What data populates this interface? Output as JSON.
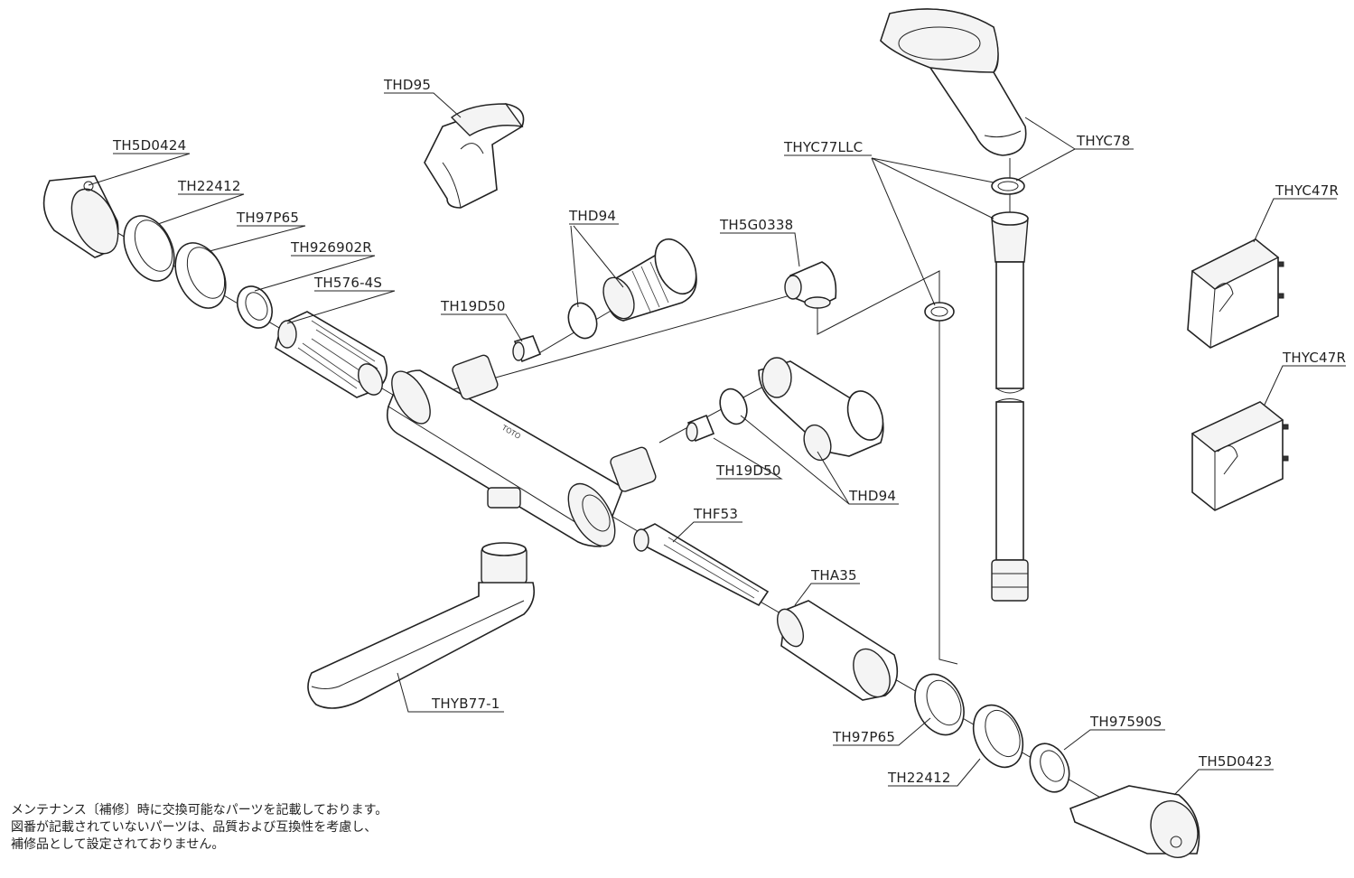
{
  "labels": {
    "thd95": "THD95",
    "th5d0424": "TH5D0424",
    "th22412_top": "TH22412",
    "th97p65_top": "TH97P65",
    "th926902r": "TH926902R",
    "th576_4s": "TH576-4S",
    "th19d50_top": "TH19D50",
    "thd94_top": "THD94",
    "th5g0338": "TH5G0338",
    "thyc77llc": "THYC77LLC",
    "thyc78": "THYC78",
    "thyc47r_top": "THYC47R",
    "thyc47r_bottom": "THYC47R",
    "th19d50_mid": "TH19D50",
    "thd94_mid": "THD94",
    "thf53": "THF53",
    "tha35": "THA35",
    "thyb77_1": "THYB77-1",
    "th97p65_bottom": "TH97P65",
    "th97590s": "TH97590S",
    "th22412_bottom": "TH22412",
    "th5d0423": "TH5D0423"
  },
  "notes": [
    "メンテナンス〔補修〕時に交換可能なパーツを記載しております。",
    "図番が記載されていないパーツは、品質および互換性を考慮し、",
    "補修品として設定されておりません。"
  ]
}
